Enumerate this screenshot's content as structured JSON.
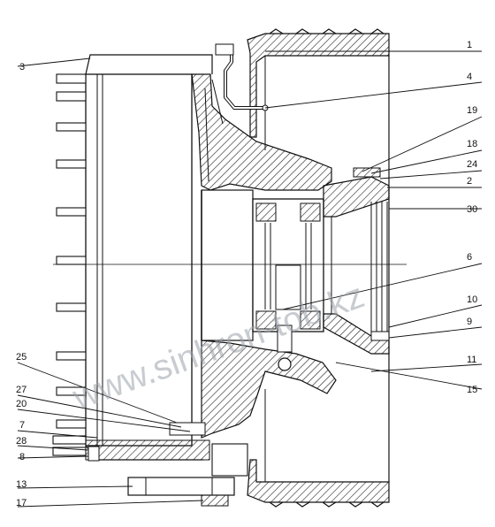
{
  "labels": {
    "p1": "1",
    "p2": "2",
    "p3": "3",
    "p4": "4",
    "p6": "6",
    "p7": "7",
    "p8": "8",
    "p9": "9",
    "p10": "10",
    "p11": "11",
    "p13": "13",
    "p15": "15",
    "p17": "17",
    "p18": "18",
    "p19": "19",
    "p20": "20",
    "p24": "24",
    "p25": "25",
    "p27": "27",
    "p28": "28",
    "p30": "30"
  },
  "watermark": "www.sinhron-tob.kz"
}
